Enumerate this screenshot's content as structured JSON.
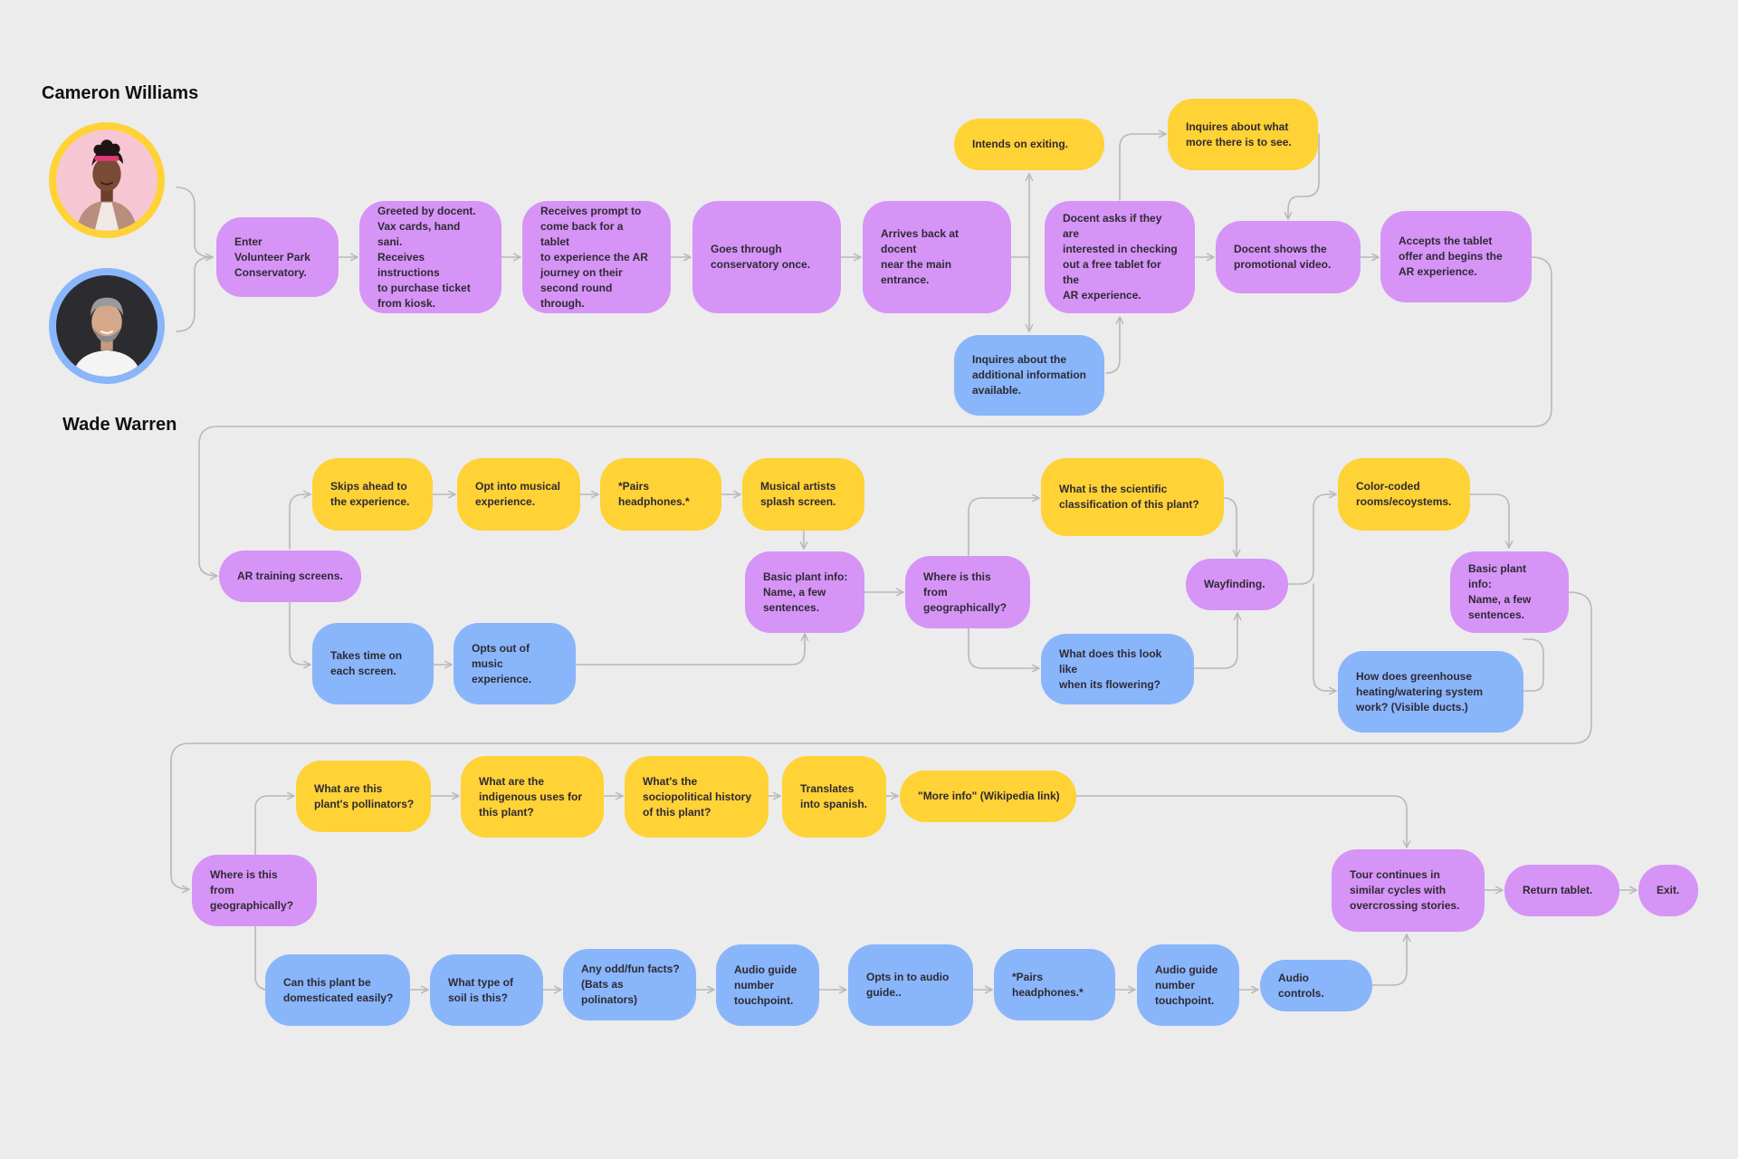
{
  "personas": [
    {
      "name": "Cameron Williams",
      "ring_color": "#ffd236",
      "avatar_icon": "woman-portrait-icon"
    },
    {
      "name": "Wade Warren",
      "ring_color": "#89b5fb",
      "avatar_icon": "man-portrait-icon"
    }
  ],
  "colors": {
    "purple": "#d694f7",
    "yellow": "#ffd236",
    "blue": "#89b5fb",
    "connector": "#b8b8b8",
    "background": "#ececec"
  },
  "nodes": {
    "n01": "Enter\nVolunteer Park\nConservatory.",
    "n02": "Greeted by docent.\nVax cards, hand sani.\nReceives instructions\nto purchase ticket\nfrom kiosk.",
    "n03": "Receives prompt to\ncome back for a tablet\nto experience the AR\njourney on their\nsecond round through.",
    "n04": "Goes through\nconservatory once.",
    "n05": "Arrives back at docent\nnear the main\nentrance.",
    "n06": "Intends on exiting.",
    "n07": "Inquires about the\nadditional information\navailable.",
    "n08": "Docent asks if they are\ninterested in checking\nout a free tablet for the\nAR experience.",
    "n09": "Inquires about what\nmore there is to see.",
    "n10": "Docent shows the\npromotional video.",
    "n11": "Accepts the tablet\noffer and begins the\nAR experience.",
    "n12": "AR training screens.",
    "n13": "Skips ahead to\nthe experience.",
    "n14": "Opt into musical\nexperience.",
    "n15": "*Pairs\nheadphones.*",
    "n16": "Musical artists\nsplash screen.",
    "n17": "Takes time on\neach screen.",
    "n18": "Opts out of music\nexperience.",
    "n19": "Basic plant info:\nName, a few\nsentences.",
    "n20": "Where is this from\ngeographically?",
    "n21": "What is the scientific\nclassification of this plant?",
    "n22": "What does this look like\nwhen its flowering?",
    "n23": "Wayfinding.",
    "n24": "Color-coded\nrooms/ecoystems.",
    "n25": "Basic plant info:\nName, a few\nsentences.",
    "n26": "How does greenhouse\nheating/watering system\nwork? (Visible ducts.)",
    "n27": "Where is this from\ngeographically?",
    "n28": "What are this\nplant's pollinators?",
    "n29": "What are the\nindigenous uses for\nthis plant?",
    "n30": "What's the\nsociopolitical history\nof this plant?",
    "n31": "Translates\ninto spanish.",
    "n32": "\"More info\" (Wikipedia link)",
    "n33": "Can this plant be\ndomesticated easily?",
    "n34": "What type of\nsoil is this?",
    "n35": "Any odd/fun facts?\n(Bats as polinators)",
    "n36": "Audio guide\nnumber\ntouchpoint.",
    "n37": "Opts in to audio\nguide..",
    "n38": "*Pairs\nheadphones.*",
    "n39": "Audio guide\nnumber\ntouchpoint.",
    "n40": "Audio controls.",
    "n41": "Tour continues in\nsimilar cycles with\novercrossing stories.",
    "n42": "Return tablet.",
    "n43": "Exit."
  }
}
